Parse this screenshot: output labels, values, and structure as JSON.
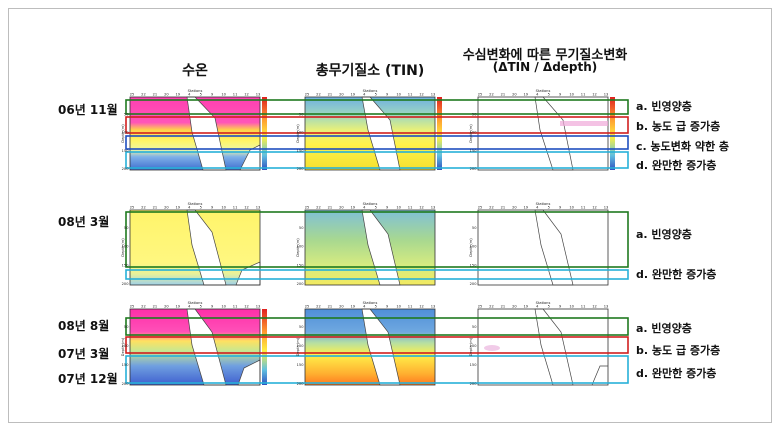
{
  "columns": {
    "temperature": "수온",
    "tin": "총무기질소 (TIN)",
    "delta_line1": "수심변화에 따른 무기질소변화",
    "delta_line2": "(ΔTIN / Δdepth)"
  },
  "rows": {
    "r1": "06년 11월",
    "r2": "08년 3월",
    "r3a": "08년 8월",
    "r3b": "07년 3월",
    "r3c": "07년 12월"
  },
  "layers": {
    "r1": [
      "a. 빈영양층",
      "b. 농도 급 증가층",
      "c. 농도변화 약한 층",
      "d. 완만한 증가층"
    ],
    "r2": [
      "a. 빈영양층",
      "d. 완만한 증가층"
    ],
    "r3": [
      "a. 빈영양층",
      "b. 농도 급 증가층",
      "d. 완만한 증가층"
    ]
  },
  "axis": {
    "stations_label": "Stations",
    "depth_label": "Depth (m)",
    "depth_ticks": [
      "50",
      "100",
      "150",
      "200"
    ],
    "station_ticks": [
      "25",
      "22",
      "21",
      "20",
      "19",
      "4",
      "5",
      "9",
      "10",
      "11",
      "12",
      "13"
    ]
  },
  "colors": {
    "box_a": "#1f7a1f",
    "box_b": "#d11f1f",
    "box_c": "#1f4fbf",
    "box_d": "#27b0d8"
  }
}
